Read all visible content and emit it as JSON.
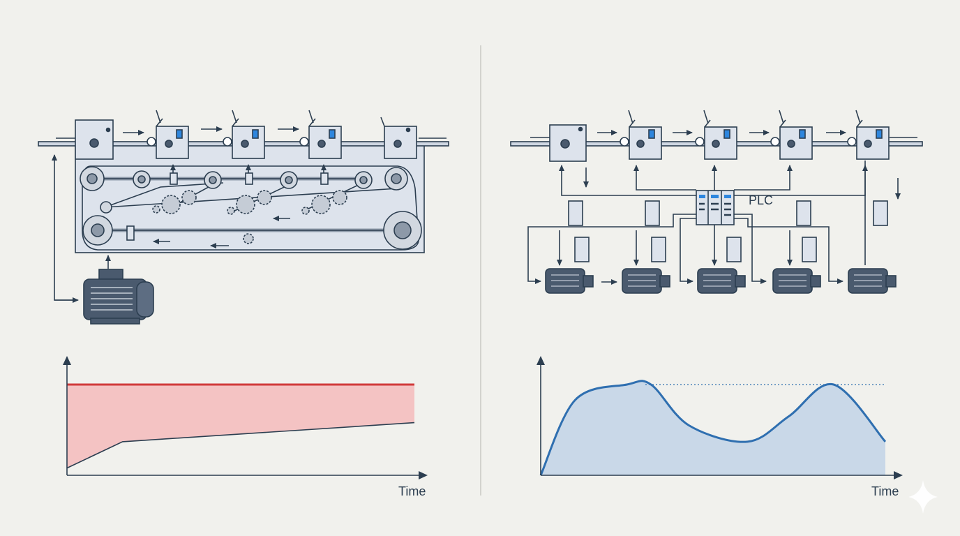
{
  "colors": {
    "background": "#f1f1ed",
    "ink": "#2c3e50",
    "machine_fill": "#dde3ec",
    "panel_fill": "#e6ebf2",
    "accent_blue": "#2e86de",
    "motor_fill": "#4a5a6e",
    "red_line": "#d13b3b",
    "red_fill": "#f4c3c3",
    "blue_line": "#2f6fb0",
    "blue_fill": "#c9d8e8"
  },
  "left_diagram": {
    "stations": 5,
    "drive": "single-motor-line-shaft"
  },
  "right_diagram": {
    "stations": 5,
    "controller_label": "PLC",
    "motors": 5,
    "drives": 8
  },
  "charts": {
    "left": {
      "x_label": "Time",
      "series": [
        {
          "role": "constant-level",
          "color": "#d13b3b",
          "points": [
            [
              0,
              1.0
            ],
            [
              1,
              1.0
            ]
          ]
        },
        {
          "role": "actual-demand",
          "color": "#2c3e50",
          "points": [
            [
              0,
              0.08
            ],
            [
              0.16,
              0.37
            ],
            [
              1,
              0.58
            ]
          ]
        }
      ]
    },
    "right": {
      "x_label": "Time",
      "reference_level": 1.0,
      "series": [
        {
          "role": "variable-level",
          "color": "#2f6fb0",
          "points": [
            [
              0,
              0
            ],
            [
              0.1,
              0.83
            ],
            [
              0.25,
              1.0
            ],
            [
              0.32,
              1.0
            ],
            [
              0.43,
              0.55
            ],
            [
              0.6,
              0.37
            ],
            [
              0.72,
              0.65
            ],
            [
              0.85,
              1.0
            ],
            [
              1,
              0.37
            ]
          ]
        }
      ]
    }
  }
}
